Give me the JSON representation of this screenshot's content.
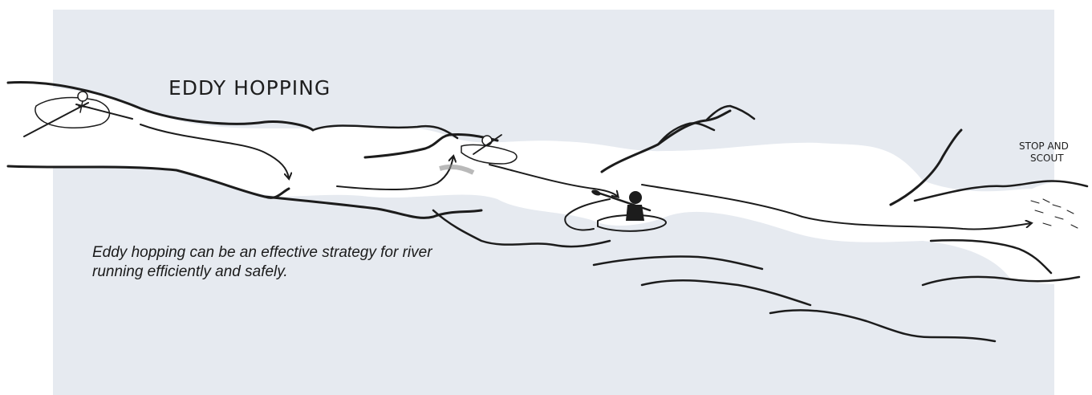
{
  "diagram": {
    "title": "EDDY HOPPING",
    "scout_label_line1": "STOP AND",
    "scout_label_line2": "SCOUT",
    "caption": "Eddy hopping can be an effective strategy for river running efficiently and safely."
  },
  "colors": {
    "panel_background": "#e6eaf0",
    "river_water": "#ffffff",
    "ink": "#1c1c1c"
  }
}
